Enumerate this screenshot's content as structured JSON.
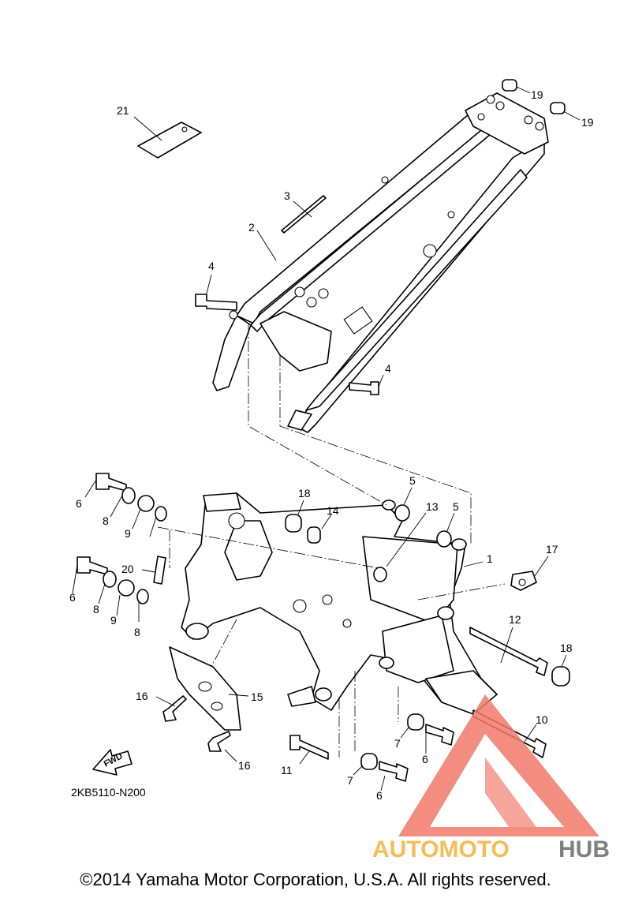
{
  "diagram": {
    "code": "2KB5110-N200",
    "copyright": "©2014 Yamaha Motor Corporation, U.S.A. All rights reserved.",
    "fwd_label": "FWD",
    "callouts": [
      {
        "id": "c1",
        "number": "1"
      },
      {
        "id": "c2",
        "number": "2"
      },
      {
        "id": "c3",
        "number": "3"
      },
      {
        "id": "c4a",
        "number": "4"
      },
      {
        "id": "c4b",
        "number": "4"
      },
      {
        "id": "c5a",
        "number": "5"
      },
      {
        "id": "c5b",
        "number": "5"
      },
      {
        "id": "c6a",
        "number": "6"
      },
      {
        "id": "c6b",
        "number": "6"
      },
      {
        "id": "c6c",
        "number": "6"
      },
      {
        "id": "c6d",
        "number": "6"
      },
      {
        "id": "c7a",
        "number": "7"
      },
      {
        "id": "c7b",
        "number": "7"
      },
      {
        "id": "c8a",
        "number": "8"
      },
      {
        "id": "c8b",
        "number": "8"
      },
      {
        "id": "c8c",
        "number": "8"
      },
      {
        "id": "c9a",
        "number": "9"
      },
      {
        "id": "c9b",
        "number": "9"
      },
      {
        "id": "c10",
        "number": "10"
      },
      {
        "id": "c11",
        "number": "11"
      },
      {
        "id": "c12",
        "number": "12"
      },
      {
        "id": "c13",
        "number": "13"
      },
      {
        "id": "c14",
        "number": "14"
      },
      {
        "id": "c15",
        "number": "15"
      },
      {
        "id": "c16a",
        "number": "16"
      },
      {
        "id": "c16b",
        "number": "16"
      },
      {
        "id": "c17",
        "number": "17"
      },
      {
        "id": "c18a",
        "number": "18"
      },
      {
        "id": "c18b",
        "number": "18"
      },
      {
        "id": "c19a",
        "number": "19"
      },
      {
        "id": "c19b",
        "number": "19"
      },
      {
        "id": "c20",
        "number": "20"
      },
      {
        "id": "c21",
        "number": "21"
      }
    ]
  },
  "watermark": {
    "brand_part1": "AUTOMOTO",
    "brand_part2": "HUB",
    "color_primary": "#f07a6a",
    "color_secondary": "#f5b23a",
    "color_dark": "#6b6b6b"
  }
}
